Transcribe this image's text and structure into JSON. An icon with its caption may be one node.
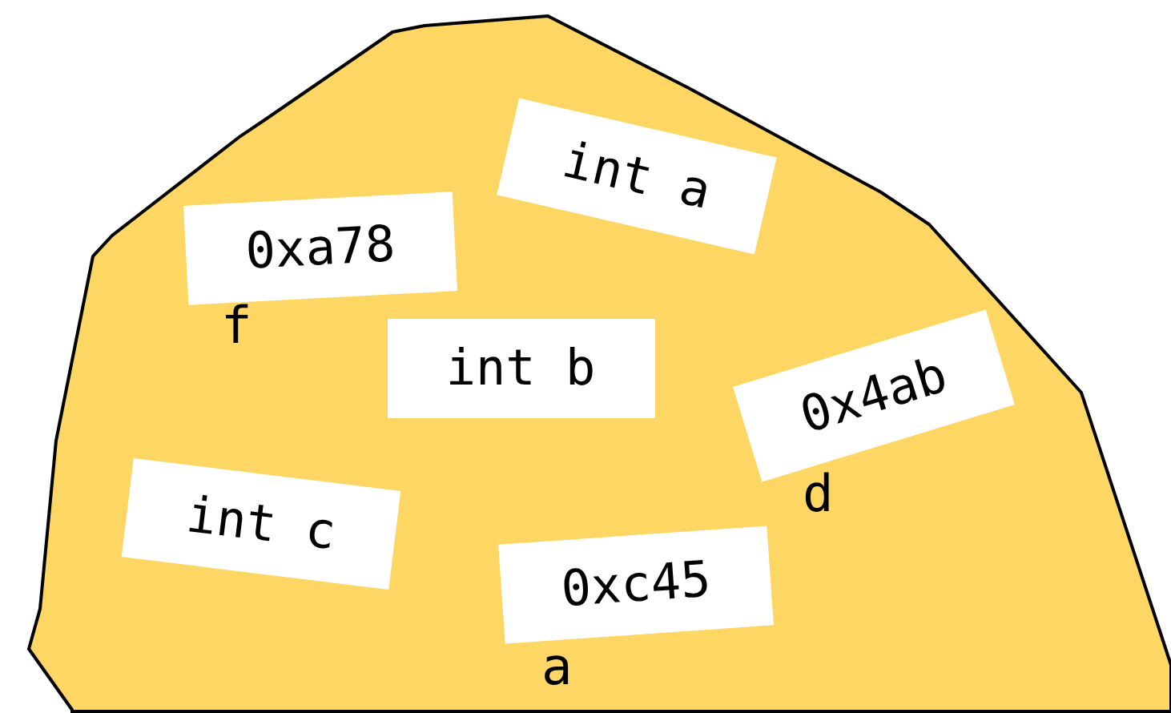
{
  "diagram": {
    "nodes": [
      {
        "text": [],
        "shape": "cloud"
      },
      {
        "text": [
          "int a"
        ],
        "in": 0
      },
      {
        "text": [
          "0xa78"
        ],
        "in": 0,
        "beside": [
          "f"
        ]
      },
      {
        "text": [
          "int b"
        ],
        "in": 0
      },
      {
        "text": [
          "0x4ab"
        ],
        "in": 0,
        "beside": [
          "d"
        ]
      },
      {
        "text": [
          "int c"
        ],
        "in": 0
      },
      {
        "text": [
          "0xc45"
        ],
        "in": 0,
        "beside": [
          "a"
        ]
      }
    ]
  }
}
